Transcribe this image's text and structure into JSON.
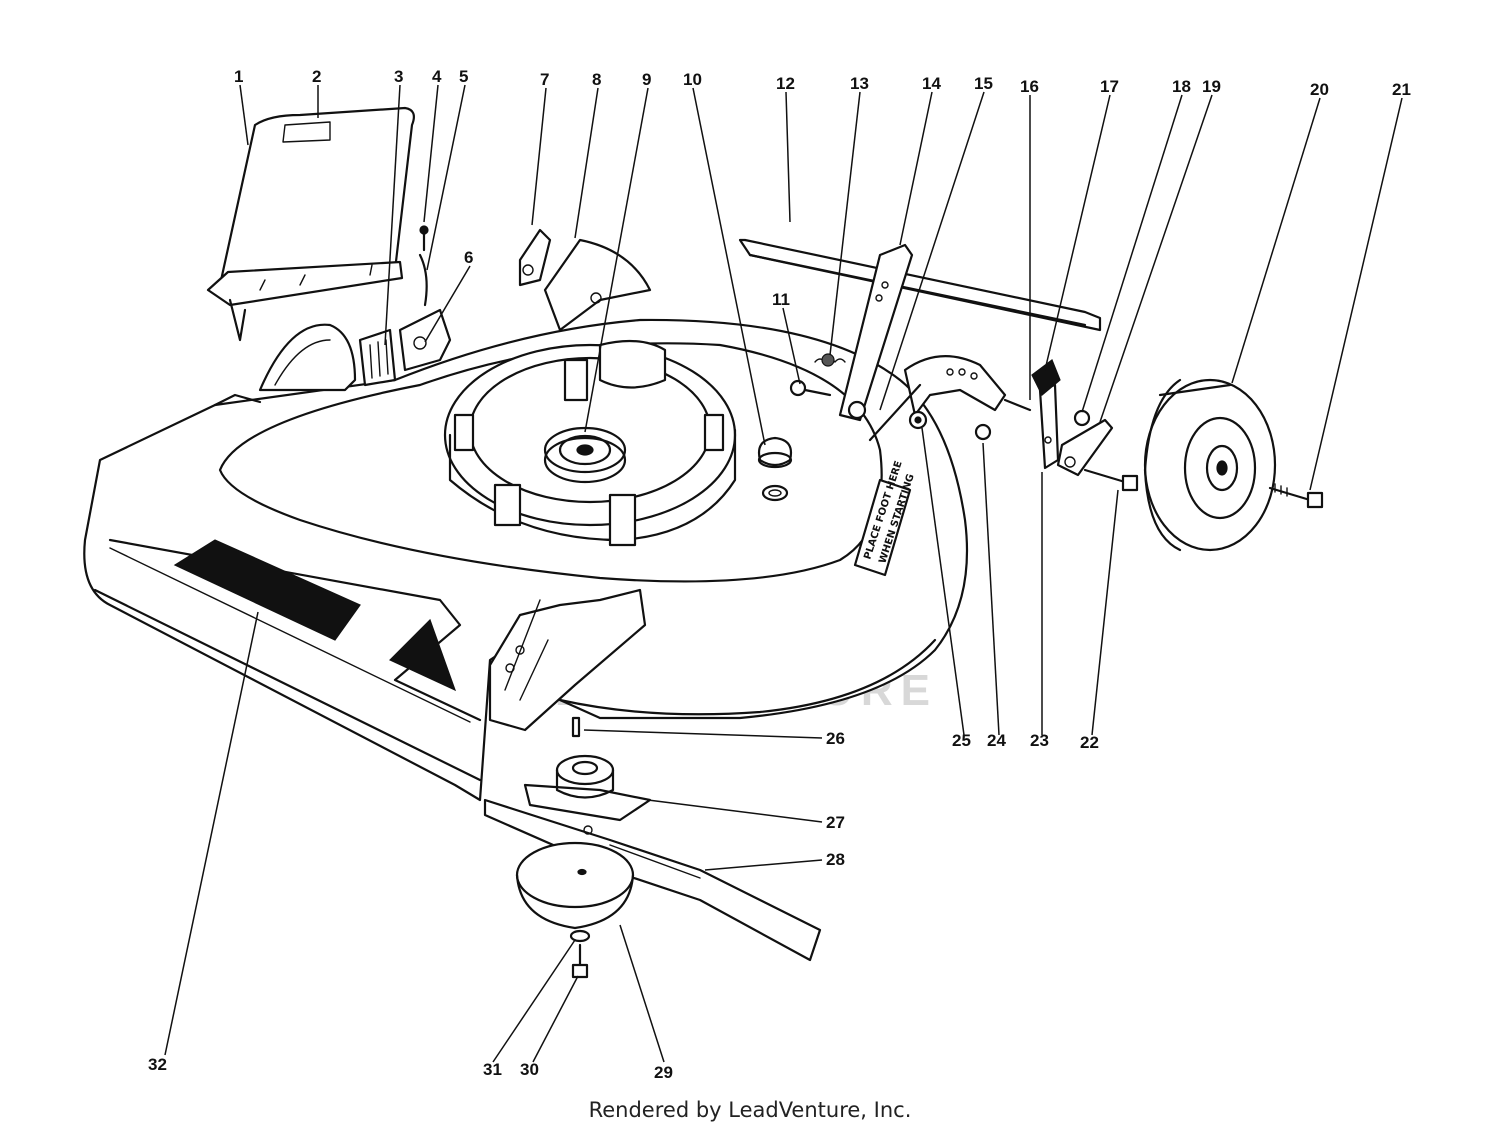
{
  "callouts": [
    "1",
    "2",
    "3",
    "4",
    "5",
    "6",
    "7",
    "8",
    "9",
    "10",
    "11",
    "12",
    "13",
    "14",
    "15",
    "16",
    "17",
    "18",
    "19",
    "20",
    "21",
    "22",
    "23",
    "24",
    "25",
    "26",
    "27",
    "28",
    "29",
    "30",
    "31",
    "32"
  ],
  "decal": {
    "line1": "PLACE FOOT HERE",
    "line2": "WHEN STARTING"
  },
  "watermark": "LEADVENTURE",
  "footer": "Rendered by LeadVenture, Inc."
}
